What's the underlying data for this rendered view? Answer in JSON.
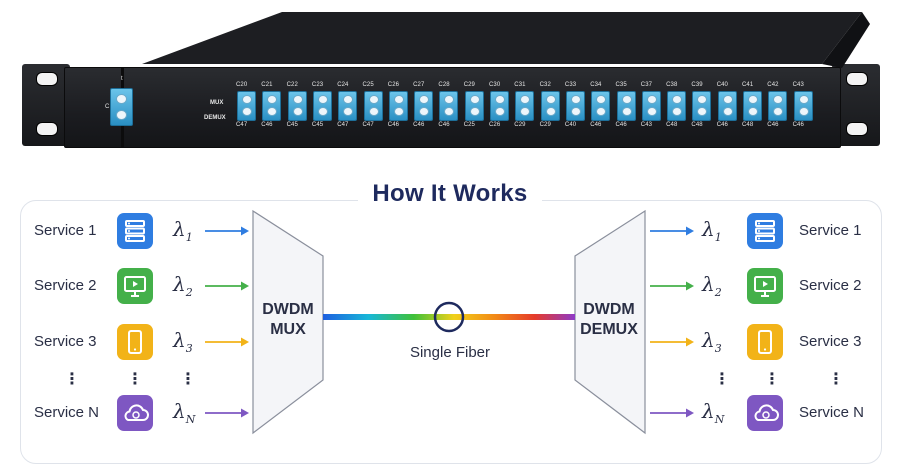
{
  "rack": {
    "channels_top": [
      "C20",
      "C21",
      "C22",
      "C23",
      "C24",
      "C25",
      "C26",
      "C27",
      "C28",
      "C29",
      "C30",
      "C31",
      "C32",
      "C33",
      "C34",
      "C35",
      "C37",
      "C38",
      "C39",
      "C40",
      "C41",
      "C42",
      "C43"
    ],
    "channels_bottom": [
      "C47",
      "C46",
      "C45",
      "C45",
      "C47",
      "C47",
      "C46",
      "C46",
      "C46",
      "C25",
      "C26",
      "C29",
      "C29",
      "C40",
      "C46",
      "C46",
      "C43",
      "C48",
      "C48",
      "C46",
      "C48",
      "C46",
      "C46"
    ],
    "side_top": "MUX",
    "side_bottom": "DEMUX",
    "com_label": "t",
    "com_side": "C"
  },
  "diagram": {
    "title": "How It Works",
    "left_services": [
      "Service 1",
      "Service 2",
      "Service 3",
      "Service N"
    ],
    "right_services": [
      "Service 1",
      "Service 2",
      "Service 3",
      "Service N"
    ],
    "lambda_symbol": "λ",
    "lambda_subs": [
      "1",
      "2",
      "3",
      "N"
    ],
    "dots": "⋮",
    "mux_line1": "DWDM",
    "mux_line2": "MUX",
    "demux_line1": "DWDM",
    "demux_line2": "DEMUX",
    "fiber_label": "Single Fiber",
    "icons": [
      {
        "name": "server-icon",
        "color": "#2f7de1"
      },
      {
        "name": "monitor-icon",
        "color": "#44b04a"
      },
      {
        "name": "phone-icon",
        "color": "#f2b318"
      },
      {
        "name": "cloud-icon",
        "color": "#7e57c2"
      }
    ],
    "arrow_colors": [
      "#2f7de1",
      "#44b04a",
      "#f2b318",
      "#7e57c2"
    ]
  }
}
